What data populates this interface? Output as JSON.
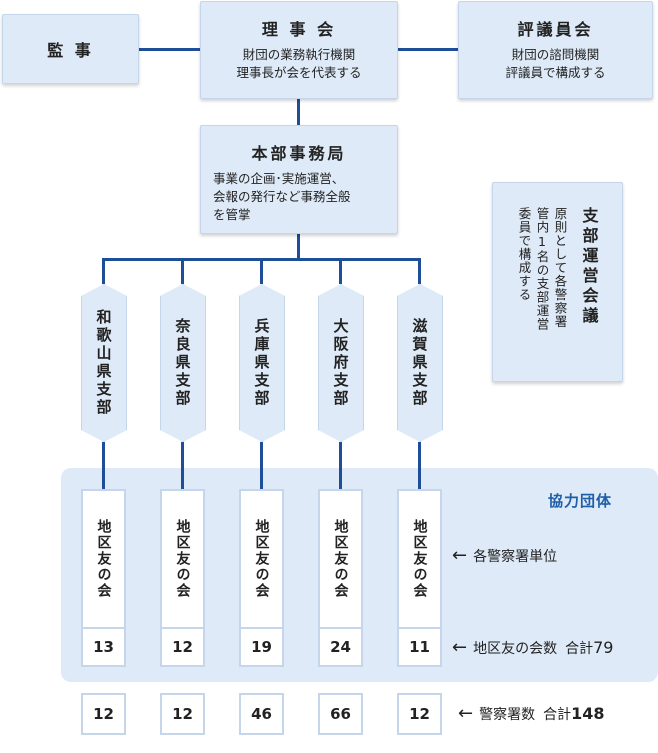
{
  "kanji": {
    "title": "監 事"
  },
  "rijikai": {
    "title": "理 事 会",
    "desc": "財団の業務執行機関\n理事長が会を代表する"
  },
  "hyogiinkai": {
    "title": "評議員会",
    "desc": "財団の諮問機関\n評議員で構成する"
  },
  "honbu": {
    "title": "本部事務局",
    "desc": "事業の企画･実施運営、\n会報の発行など事務全般\nを管掌"
  },
  "shibu_unei": {
    "title": "支部運営会議",
    "desc": "原則として各警察署\n管内1名の支部運営\n委員で構成する"
  },
  "branches": [
    {
      "name": "和歌山県支部",
      "district_name": "地区友の会",
      "district_count": "13",
      "station_count": "12"
    },
    {
      "name": "奈良県支部",
      "district_name": "地区友の会",
      "district_count": "12",
      "station_count": "12"
    },
    {
      "name": "兵庫県支部",
      "district_name": "地区友の会",
      "district_count": "19",
      "station_count": "46"
    },
    {
      "name": "大阪府支部",
      "district_name": "地区友の会",
      "district_count": "24",
      "station_count": "66"
    },
    {
      "name": "滋賀県支部",
      "district_name": "地区友の会",
      "district_count": "11",
      "station_count": "12"
    }
  ],
  "kyoryoku": {
    "label": "協力団体"
  },
  "notes": {
    "arrow": "←",
    "unit_label": "各警察署単位",
    "district_label": "地区友の会数",
    "district_total_label": "合計",
    "district_total": "79",
    "station_label": "警察署数",
    "station_total_label": "合計",
    "station_total": "148"
  },
  "colors": {
    "line": "#1f4e99",
    "box_fill": "#deeaf7",
    "box_border": "#c5d6ea",
    "accent_text": "#1f5fa8"
  }
}
